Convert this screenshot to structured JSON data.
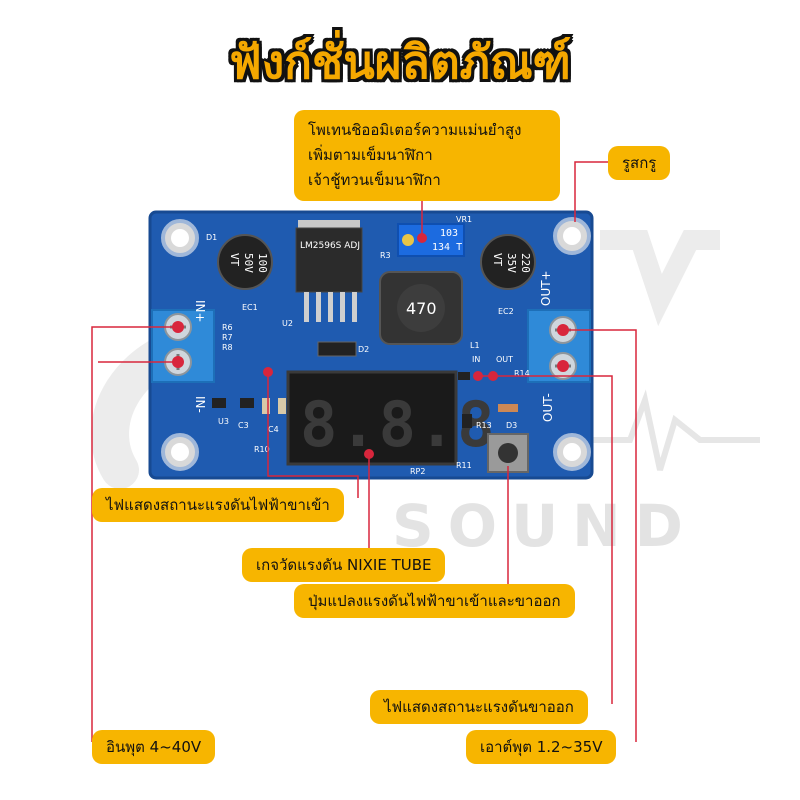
{
  "title": "ฟังก์ชั่นผลิตภัณฑ์",
  "watermark": {
    "text": "SOUND"
  },
  "labels": {
    "potentiometer": [
      "โพเทนชิออมิเตอร์ความแม่นยำสูง",
      "เพิ่มตามเข็มนาฬิกา",
      "เจ้าชู้ทวนเข็มนาฬิกา"
    ],
    "screw_hole": "รูสกรู",
    "input_indicator": "ไฟแสดงสถานะแรงดันไฟฟ้าขาเข้า",
    "voltmeter": "เกจวัดแรงดัน NIXIE TUBE",
    "switch_button": "ปุ่มแปลงแรงดันไฟฟ้าขาเข้าและขาออก",
    "output_indicator": "ไฟแสดงสถานะแรงดันขาออก",
    "input_range": "อินพุต 4~40V",
    "output_range": "เอาต์พุต 1.2~35V"
  },
  "board": {
    "display": "8.8.8.",
    "ic_text": "LM2596S ADJ",
    "cap1": [
      "100",
      "50V",
      "VT"
    ],
    "cap2": [
      "220",
      "35V",
      "VT"
    ],
    "inductor": "470",
    "pot": [
      "103",
      "134 T"
    ],
    "silk": {
      "in_plus": "IN+",
      "in_minus": "IN-",
      "out_plus": "OUT+",
      "out_minus": "OUT-",
      "vr1": "VR1",
      "ec1": "EC1",
      "ec2": "EC2",
      "u2": "U2",
      "u3": "U3",
      "d1": "D1",
      "d2": "D2",
      "d3": "D3",
      "r3": "R3",
      "r6": "R6",
      "r7": "R7",
      "r8": "R8",
      "r10": "R10",
      "r11": "R11",
      "r13": "R13",
      "r14": "R14",
      "c3": "C3",
      "c4": "C4",
      "l1": "L1",
      "in": "IN",
      "out": "OUT",
      "rp2": "RP2"
    }
  },
  "colors": {
    "accent": "#f7b500",
    "title": "#f5a800",
    "pcb": "#1f5bb0",
    "terminal": "#2f8ad8",
    "line": "#d8263c"
  }
}
